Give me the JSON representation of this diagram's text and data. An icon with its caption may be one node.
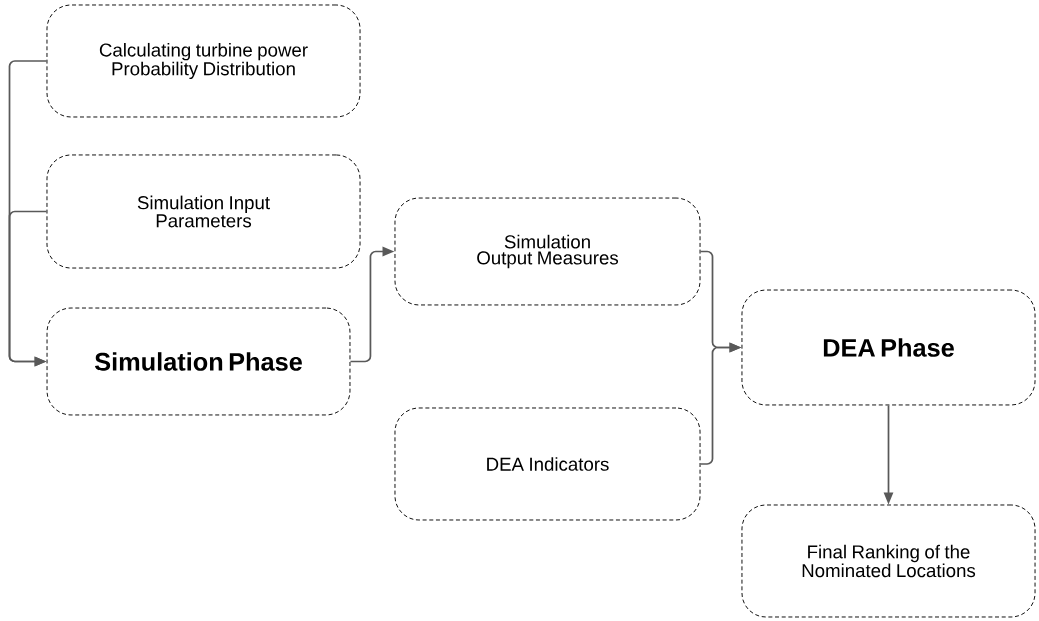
{
  "diagram": {
    "nodes": [
      {
        "text": [
          "Calculating turbine power Probability Distribution"
        ]
      },
      {
        "text": [
          "Simulation Input Parameters"
        ]
      },
      {
        "text": [
          "Simulation Phase"
        ]
      },
      {
        "text": [
          "Simulation Output Measures"
        ]
      },
      {
        "text": [
          "DEA Indicators"
        ]
      },
      {
        "text": [
          "DEA Phase"
        ]
      },
      {
        "text": [
          "Final Ranking of the Nominated Locations"
        ]
      }
    ],
    "edges": [
      {
        "from": 0,
        "to": 2,
        "arrow": "to"
      },
      {
        "from": 1,
        "to": 2,
        "arrow": "to"
      },
      {
        "from": 2,
        "to": 3,
        "arrow": "to"
      },
      {
        "from": 3,
        "to": 5,
        "arrow": "to"
      },
      {
        "from": 4,
        "to": 5,
        "arrow": "to"
      },
      {
        "from": 5,
        "to": 6,
        "arrow": "to"
      }
    ]
  }
}
